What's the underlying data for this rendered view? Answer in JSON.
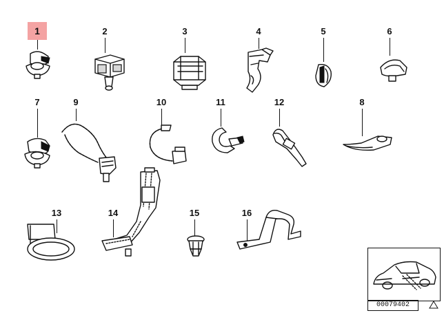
{
  "parts": [
    {
      "id": "part-1",
      "label": "1",
      "highlight": true
    },
    {
      "id": "part-2",
      "label": "2"
    },
    {
      "id": "part-3",
      "label": "3"
    },
    {
      "id": "part-4",
      "label": "4"
    },
    {
      "id": "part-5",
      "label": "5"
    },
    {
      "id": "part-6",
      "label": "6"
    },
    {
      "id": "part-7",
      "label": "7"
    },
    {
      "id": "part-9",
      "label": "9"
    },
    {
      "id": "part-10",
      "label": "10"
    },
    {
      "id": "part-11",
      "label": "11"
    },
    {
      "id": "part-12",
      "label": "12"
    },
    {
      "id": "part-8",
      "label": "8"
    },
    {
      "id": "part-13",
      "label": "13"
    },
    {
      "id": "part-14",
      "label": "14"
    },
    {
      "id": "part-15",
      "label": "15"
    },
    {
      "id": "part-16",
      "label": "16"
    }
  ],
  "document_number": "00079402",
  "highlight_color": "#f4a3a3",
  "icons": {
    "warning": "warning-triangle-icon",
    "vehicle": "car-sedan-icon"
  }
}
